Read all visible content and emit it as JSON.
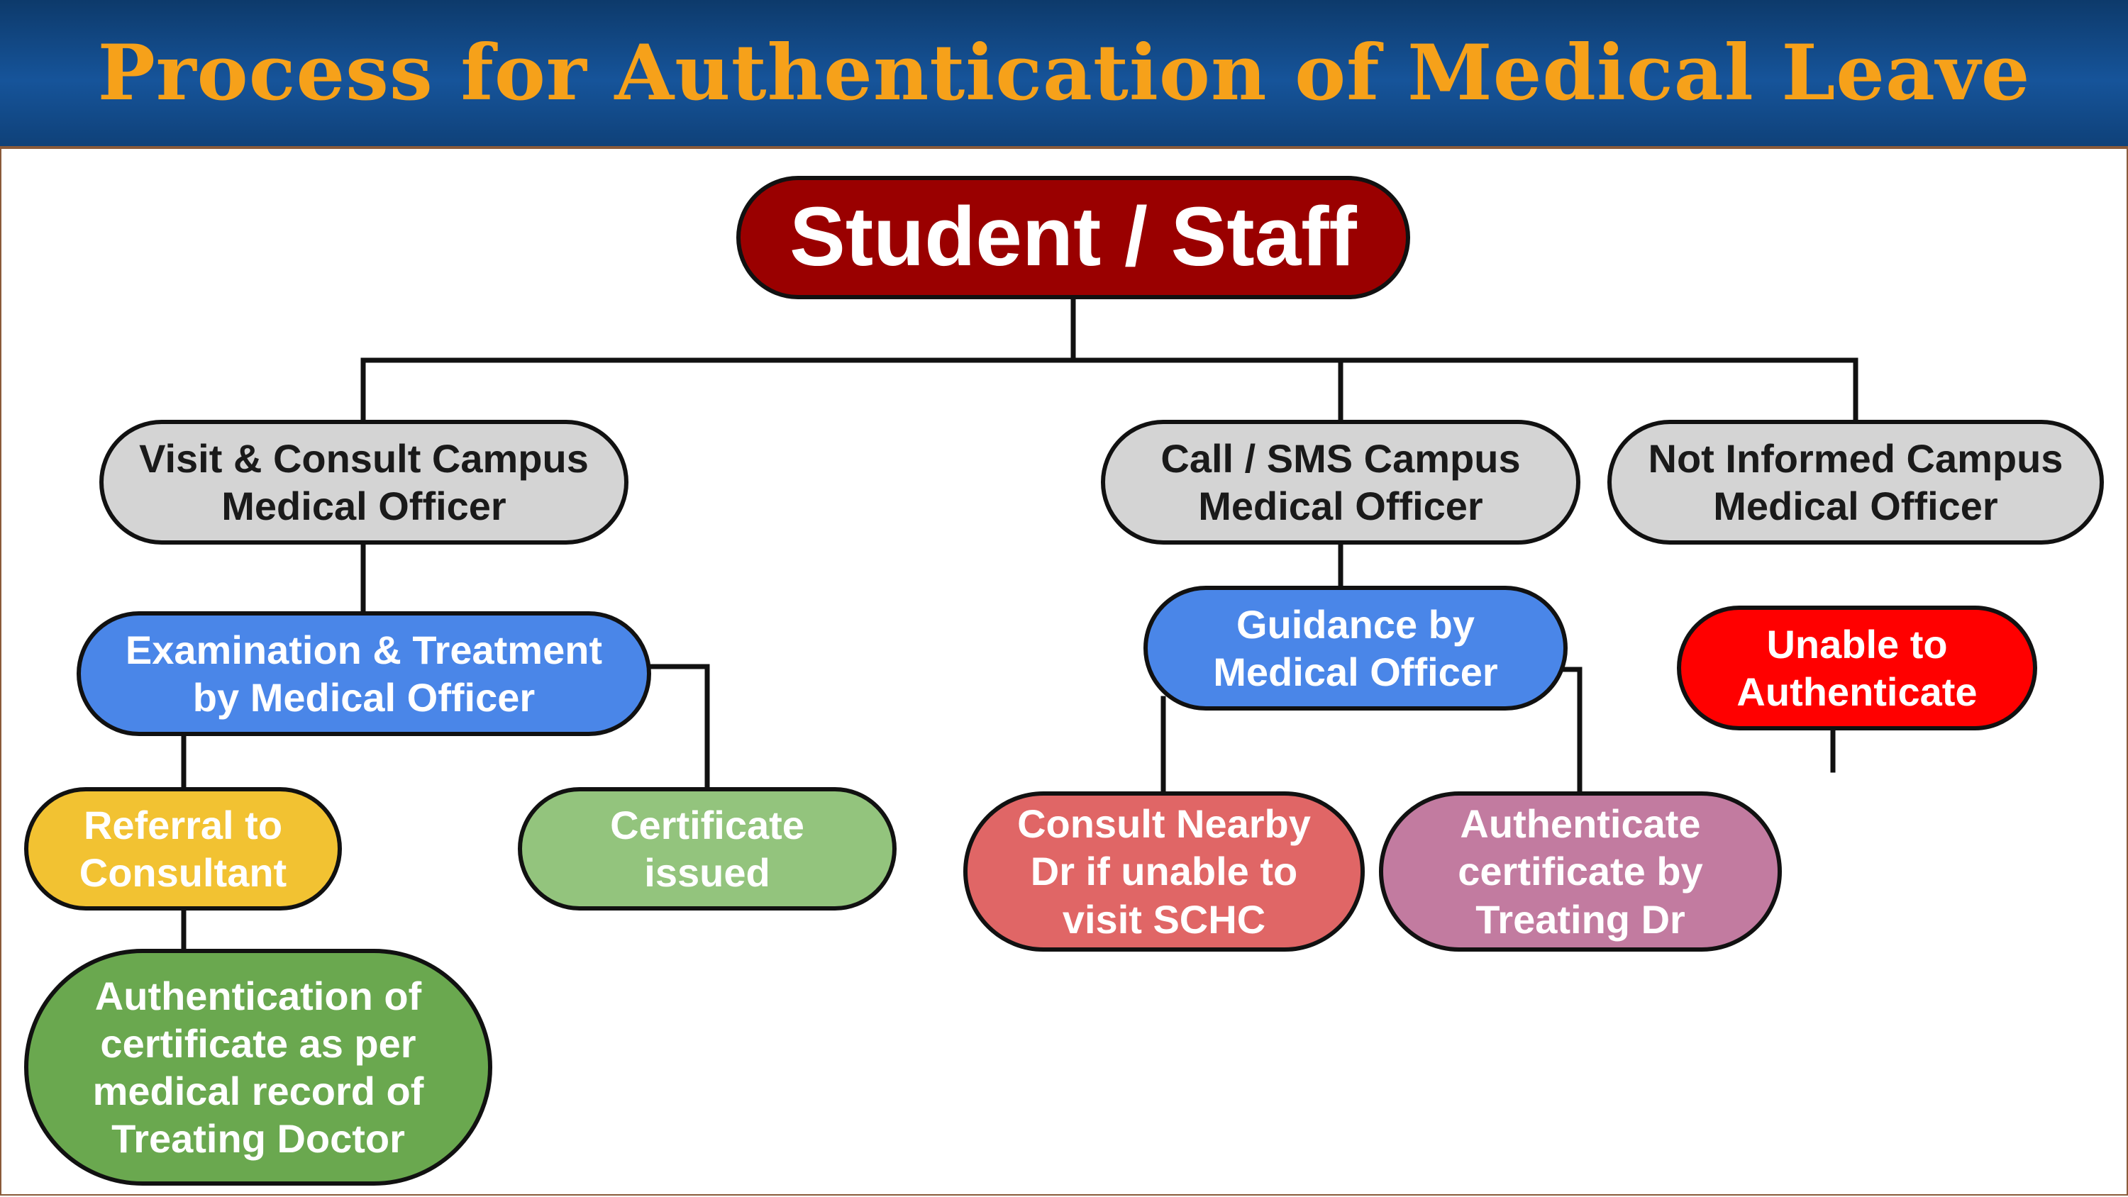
{
  "title": "Process for Authentication of Medical Leave",
  "colors": {
    "header_bg": "#16549a",
    "title_text": "#f6a11a",
    "root": "#9a0000",
    "grey_node": "#d4d4d4",
    "blue_node": "#4a86e8",
    "yellow_node": "#f2c232",
    "light_green_node": "#93c47d",
    "dark_green_node": "#6aa84f",
    "salmon_node": "#e06666",
    "mauve_node": "#c27ba0",
    "red_node": "#ff0000",
    "connector": "#111111"
  },
  "nodes": {
    "root": "Student / Staff",
    "visit_consult": "Visit & Consult Campus\nMedical Officer",
    "call_sms": "Call / SMS Campus\nMedical Officer",
    "not_informed": "Not Informed Campus\nMedical Officer",
    "exam_treatment": "Examination & Treatment\nby Medical Officer",
    "guidance": "Guidance by\nMedical Officer",
    "unable": "Unable to\nAuthenticate",
    "referral": "Referral to\nConsultant",
    "certificate_issued": "Certificate\nissued",
    "consult_nearby": "Consult Nearby\nDr if unable to\nvisit SCHC",
    "authenticate_treating": "Authenticate\ncertificate by\nTreating Dr",
    "authentication_record": "Authentication of\ncertificate as per\nmedical record of\nTreating Doctor"
  }
}
